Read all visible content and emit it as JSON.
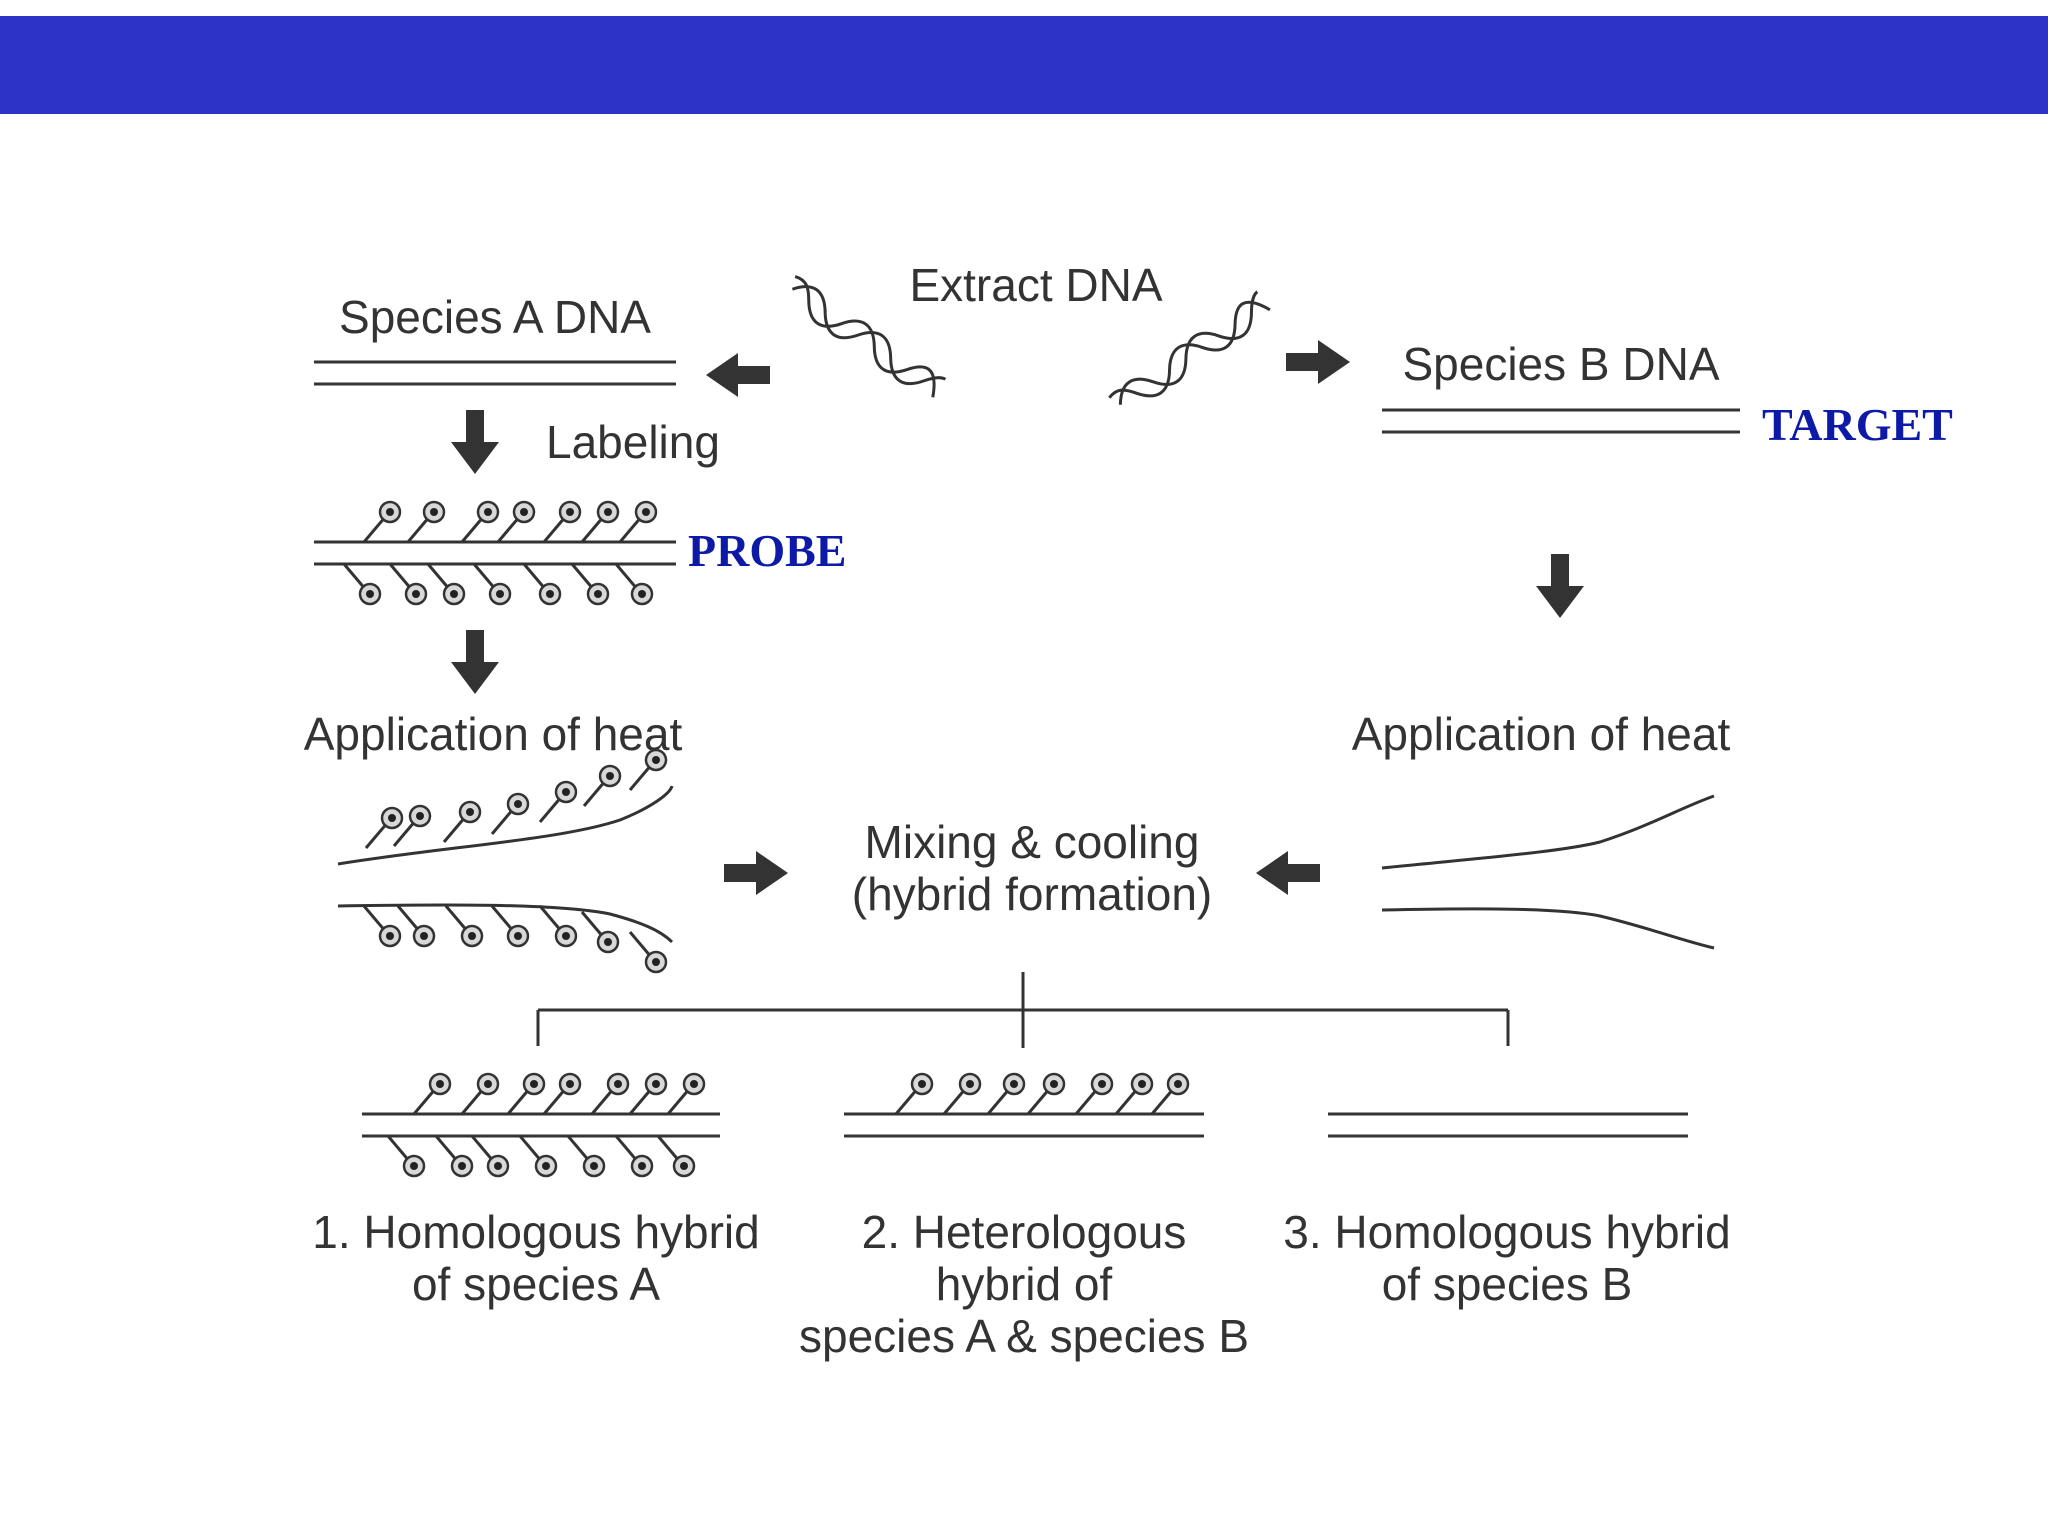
{
  "colors": {
    "header_bar": "#2e33c7",
    "tag_text": "#0d1aa8",
    "line": "#333333"
  },
  "labels": {
    "extract_dna": "Extract DNA",
    "species_a_dna": "Species A DNA",
    "species_b_dna": "Species B DNA",
    "labeling": "Labeling",
    "heat_left": "Application of heat",
    "heat_right": "Application of heat",
    "mixing_line1": "Mixing & cooling",
    "mixing_line2": "(hybrid formation)",
    "result1_line1": "1. Homologous hybrid",
    "result1_line2": "of species A",
    "result2_line1": "2. Heterologous",
    "result2_line2": "hybrid of",
    "result2_line3": "species A & species B",
    "result3_line1": "3. Homologous hybrid",
    "result3_line2": "of species B"
  },
  "tags": {
    "probe": "PROBE",
    "target": "TARGET"
  },
  "icons": [
    "dna-helix-icon",
    "arrow-icon",
    "label-pin-icon"
  ]
}
